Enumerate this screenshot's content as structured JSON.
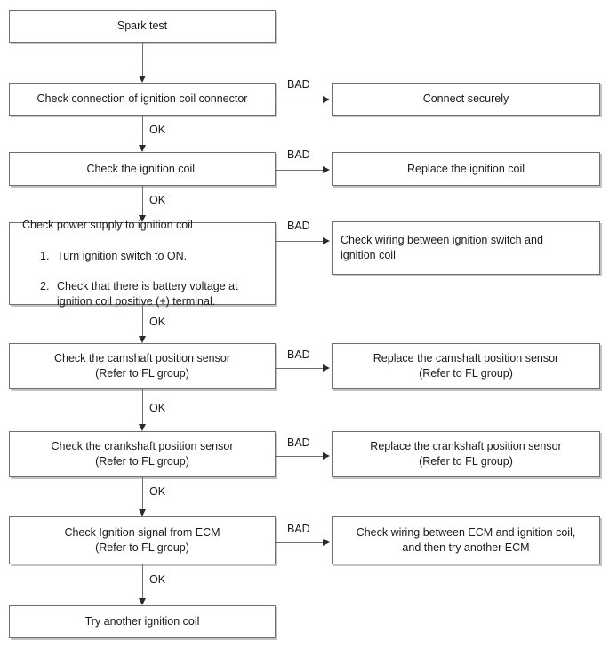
{
  "diagram": {
    "type": "flowchart",
    "title": "Spark test troubleshooting flowchart",
    "colors": {
      "box_border": "#6f6f6f",
      "box_fill": "#ffffff",
      "box_shadow": "#c3c3c3",
      "connector": "#6f6f6f",
      "arrowhead": "#2b2b2b",
      "text": "#1a1a1a",
      "background": "#ffffff"
    },
    "edge_labels": {
      "pass": "OK",
      "fail": "BAD"
    },
    "main_steps": [
      {
        "id": "spark-test",
        "label": "Spark test"
      },
      {
        "id": "check-connector",
        "label": "Check connection of ignition coil connector"
      },
      {
        "id": "check-coil",
        "label": "Check the ignition coil."
      },
      {
        "id": "check-power-supply",
        "heading": "Check power supply to ignition coil",
        "items": [
          {
            "num": "1.",
            "text": "Turn ignition switch to ON."
          },
          {
            "num": "2.",
            "text": "Check that there is battery voltage at\nignition coil positive (+) terminal."
          }
        ]
      },
      {
        "id": "check-camshaft-sensor",
        "label": "Check the camshaft position sensor\n(Refer to FL group)"
      },
      {
        "id": "check-crankshaft-sensor",
        "label": "Check the crankshaft position sensor\n(Refer to FL group)"
      },
      {
        "id": "check-ignition-signal",
        "label": "Check Ignition signal from ECM\n(Refer to FL group)"
      },
      {
        "id": "try-another-coil",
        "label": "Try another ignition coil"
      }
    ],
    "remedies": [
      {
        "id": "connect-securely",
        "label": "Connect securely",
        "align": "center"
      },
      {
        "id": "replace-ignition-coil",
        "label": "Replace the ignition coil",
        "align": "center"
      },
      {
        "id": "check-wiring-ignition-switch",
        "label": "Check wiring between ignition switch and\nignition coil",
        "align": "left"
      },
      {
        "id": "replace-camshaft-sensor",
        "label": "Replace the camshaft position sensor\n(Refer to FL group)",
        "align": "center"
      },
      {
        "id": "replace-crankshaft-sensor",
        "label": "Replace the crankshaft position sensor\n(Refer to FL group)",
        "align": "center"
      },
      {
        "id": "check-wiring-ecm",
        "label": "Check wiring between ECM and ignition coil,\nand then try another ECM",
        "align": "center"
      }
    ]
  }
}
